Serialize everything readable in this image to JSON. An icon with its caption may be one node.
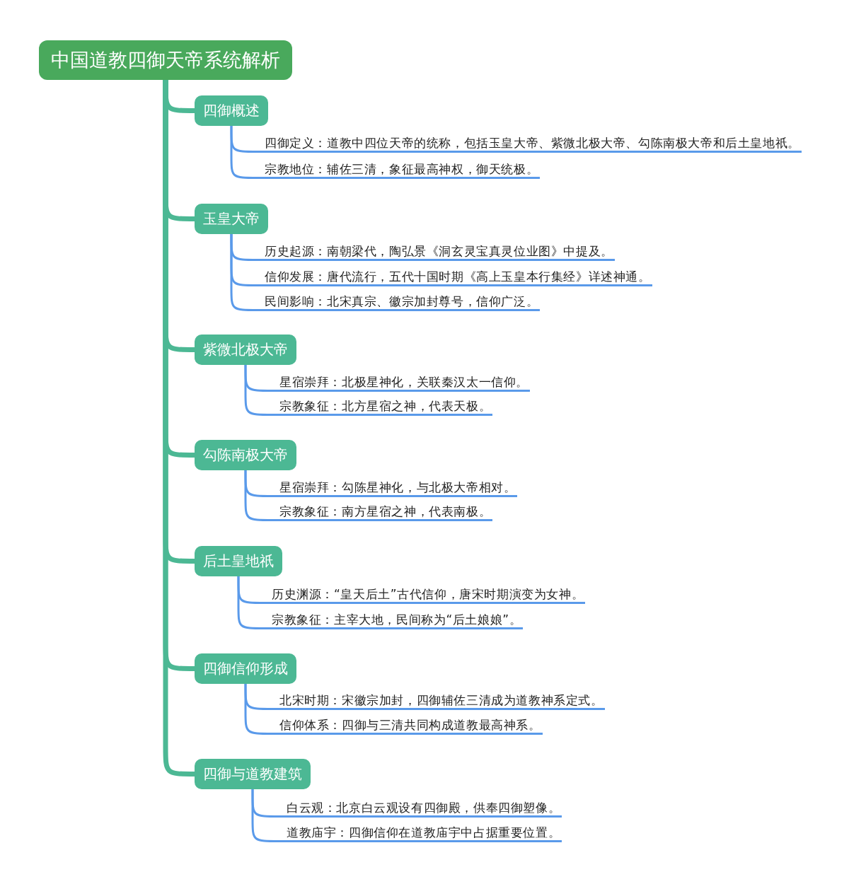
{
  "diagram": {
    "nodes": [
      {
        "text": [
          "中国道教四御天帝系统解析"
        ]
      },
      {
        "text": [
          "四御概述"
        ]
      },
      {
        "text": [
          "四御定义：道教中四位天帝的统称，包括玉皇大帝、紫微北极大帝、勾陈南极大帝和后土皇地祇。"
        ]
      },
      {
        "text": [
          "宗教地位：辅佐三清，象征最高神权，御天统极。"
        ]
      },
      {
        "text": [
          "玉皇大帝"
        ]
      },
      {
        "text": [
          "历史起源：南朝梁代，陶弘景《洞玄灵宝真灵位业图》中提及。"
        ]
      },
      {
        "text": [
          "信仰发展：唐代流行，五代十国时期《高上玉皇本行集经》详述神通。"
        ]
      },
      {
        "text": [
          "民间影响：北宋真宗、徽宗加封尊号，信仰广泛。"
        ]
      },
      {
        "text": [
          "紫微北极大帝"
        ]
      },
      {
        "text": [
          "星宿崇拜：北极星神化，关联秦汉太一信仰。"
        ]
      },
      {
        "text": [
          "宗教象征：北方星宿之神，代表天极。"
        ]
      },
      {
        "text": [
          "勾陈南极大帝"
        ]
      },
      {
        "text": [
          "星宿崇拜：勾陈星神化，与北极大帝相对。"
        ]
      },
      {
        "text": [
          "宗教象征：南方星宿之神，代表南极。"
        ]
      },
      {
        "text": [
          "后土皇地祇"
        ]
      },
      {
        "text": [
          "历史渊源：“皇天后土”古代信仰，唐宋时期演变为女神。"
        ]
      },
      {
        "text": [
          "宗教象征：主宰大地，民间称为“后土娘娘”。"
        ]
      },
      {
        "text": [
          "四御信仰形成"
        ]
      },
      {
        "text": [
          "北宋时期：宋徽宗加封，四御辅佐三清成为道教神系定式。"
        ]
      },
      {
        "text": [
          "信仰体系：四御与三清共同构成道教最高神系。"
        ]
      },
      {
        "text": [
          "四御与道教建筑"
        ]
      },
      {
        "text": [
          "白云观：北京白云观设有四御殿，供奉四御塑像。"
        ]
      },
      {
        "text": [
          "道教庙宇：四御信仰在道教庙宇中占据重要位置。"
        ]
      }
    ],
    "edges": [
      {
        "from": 0,
        "to": 1,
        "arrow": "none",
        "style": "thick",
        "color": "#4cb894"
      },
      {
        "from": 1,
        "to": 2,
        "arrow": "none"
      },
      {
        "from": 1,
        "to": 3,
        "arrow": "none"
      },
      {
        "from": 0,
        "to": 4,
        "arrow": "none",
        "style": "thick",
        "color": "#4cb894"
      },
      {
        "from": 4,
        "to": 5,
        "arrow": "none"
      },
      {
        "from": 4,
        "to": 6,
        "arrow": "none"
      },
      {
        "from": 4,
        "to": 7,
        "arrow": "none"
      },
      {
        "from": 0,
        "to": 8,
        "arrow": "none",
        "style": "thick",
        "color": "#4cb894"
      },
      {
        "from": 8,
        "to": 9,
        "arrow": "none"
      },
      {
        "from": 8,
        "to": 10,
        "arrow": "none"
      },
      {
        "from": 0,
        "to": 11,
        "arrow": "none",
        "style": "thick",
        "color": "#4cb894"
      },
      {
        "from": 11,
        "to": 12,
        "arrow": "none"
      },
      {
        "from": 11,
        "to": 13,
        "arrow": "none"
      },
      {
        "from": 0,
        "to": 14,
        "arrow": "none",
        "style": "thick",
        "color": "#4cb894"
      },
      {
        "from": 14,
        "to": 15,
        "arrow": "none"
      },
      {
        "from": 14,
        "to": 16,
        "arrow": "none"
      },
      {
        "from": 0,
        "to": 17,
        "arrow": "none",
        "style": "thick",
        "color": "#4cb894"
      },
      {
        "from": 17,
        "to": 18,
        "arrow": "none"
      },
      {
        "from": 17,
        "to": 19,
        "arrow": "none"
      },
      {
        "from": 0,
        "to": 20,
        "arrow": "none",
        "style": "thick",
        "color": "#4cb894"
      },
      {
        "from": 20,
        "to": 21,
        "arrow": "none"
      },
      {
        "from": 20,
        "to": 22,
        "arrow": "none"
      }
    ]
  }
}
